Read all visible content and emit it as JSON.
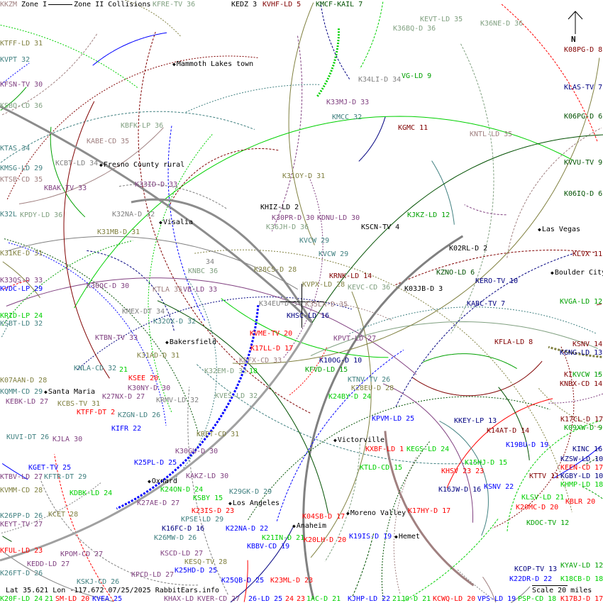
{
  "legend": {
    "zone1": "Zone I",
    "zone2": "Zone II Collisions"
  },
  "footer": {
    "status": "Lat 35.621 Lon -117.672 07/25/2025 RabbitEars.info",
    "scale": "Scale 20 miles",
    "north": "N"
  },
  "colors": {
    "black": "#000000",
    "navy": "#000080",
    "maroon": "#800000",
    "dkgreen": "#005000",
    "green": "#00a000",
    "lime": "#00d000",
    "red": "#ff0000",
    "blue": "#0000ff",
    "purple": "#804080",
    "olive": "#808040",
    "teal": "#408080",
    "sage": "#80a080",
    "rosy": "#a08080",
    "gray": "#808080"
  },
  "cities": [
    {
      "t": "Mammoth Lakes town"
    },
    {
      "t": "Fresno County rural"
    },
    {
      "t": "Visalia"
    },
    {
      "t": "Bakersfield"
    },
    {
      "t": "Santa Maria"
    },
    {
      "t": "Oxnard"
    },
    {
      "t": "Los Angeles"
    },
    {
      "t": "Victorville"
    },
    {
      "t": "Moreno Valley"
    },
    {
      "t": "Anaheim"
    },
    {
      "t": "Las Vegas"
    },
    {
      "t": "Boulder City"
    },
    {
      "t": "Hemet"
    }
  ],
  "stations": [
    {
      "t": "KKZM",
      "c": "rosy"
    },
    {
      "t": "KFRE-TV 36",
      "c": "sage"
    },
    {
      "t": "KEDZ 3",
      "c": "black"
    },
    {
      "t": "KVHF-LD 5",
      "c": "maroon"
    },
    {
      "t": "KMCF-KAIL 7",
      "c": "dkgreen"
    },
    {
      "t": "KTFF-LD 31",
      "c": "olive"
    },
    {
      "t": "KVPT 32",
      "c": "teal"
    },
    {
      "t": "KFSN-TV 30",
      "c": "purple"
    },
    {
      "t": "KSBO-CD 36",
      "c": "sage"
    },
    {
      "t": "KBFK-LP 36",
      "c": "sage"
    },
    {
      "t": "KABE-CD 35",
      "c": "rosy"
    },
    {
      "t": "KTAS 34",
      "c": "teal"
    },
    {
      "t": "KCBT-LD 34",
      "c": "gray"
    },
    {
      "t": "KMSG-LD 29",
      "c": "teal"
    },
    {
      "t": "KTSB-CD 35",
      "c": "rosy"
    },
    {
      "t": "KBAK-TV 33",
      "c": "purple"
    },
    {
      "t": "K33ID-D 33",
      "c": "purple"
    },
    {
      "t": "K32L",
      "c": "teal"
    },
    {
      "t": "KPDY-LD 36",
      "c": "sage"
    },
    {
      "t": "K32NA-D 32",
      "c": "gray"
    },
    {
      "t": "K31MB-D 31",
      "c": "olive"
    },
    {
      "t": "K31KE-D 31",
      "c": "olive"
    },
    {
      "t": "K33QS-D 33",
      "c": "purple"
    },
    {
      "t": "KVDC-LP 29",
      "c": "blue"
    },
    {
      "t": "K30QC-D 30",
      "c": "purple"
    },
    {
      "t": "KTLA 35",
      "c": "rosy"
    },
    {
      "t": "VB-LD 33",
      "c": "purple"
    },
    {
      "t": "34",
      "c": "gray"
    },
    {
      "t": "KNBC 36",
      "c": "sage"
    },
    {
      "t": "K28CS-D 28",
      "c": "olive"
    },
    {
      "t": "KHIZ-LD 2",
      "c": "black"
    },
    {
      "t": "K30PR-D 30",
      "c": "purple"
    },
    {
      "t": "KDNU-LD 30",
      "c": "purple"
    },
    {
      "t": "K36JH-D 36",
      "c": "sage"
    },
    {
      "t": "KSCN-TV 4",
      "c": "black"
    },
    {
      "t": "KVCW 29",
      "c": "teal"
    },
    {
      "t": "KVCW 29",
      "c": "teal"
    },
    {
      "t": "KRNK-LD 14",
      "c": "maroon"
    },
    {
      "t": "KVPX-LD 28",
      "c": "olive"
    },
    {
      "t": "KEVC-CD 36",
      "c": "sage"
    },
    {
      "t": "K34EU-D 34",
      "c": "gray"
    },
    {
      "t": "K35LA-D 35",
      "c": "rosy"
    },
    {
      "t": "KHSC-LD 16",
      "c": "navy"
    },
    {
      "t": "KVME-TV 20",
      "c": "red"
    },
    {
      "t": "K17LL-D 17",
      "c": "red"
    },
    {
      "t": "KDFX-CD 33",
      "c": "rosy"
    },
    {
      "t": "KPVT-LD 27",
      "c": "purple"
    },
    {
      "t": "K10OG-D 10",
      "c": "navy"
    },
    {
      "t": "KFVD-LD 15",
      "c": "green"
    },
    {
      "t": "K31OY-D 31",
      "c": "olive"
    },
    {
      "t": "K34LI-D 34",
      "c": "gray"
    },
    {
      "t": "K33MJ-D 33",
      "c": "purple"
    },
    {
      "t": "KMCC 32",
      "c": "teal"
    },
    {
      "t": "KGMC 11",
      "c": "maroon"
    },
    {
      "t": "VG-LD 9",
      "c": "green"
    },
    {
      "t": "K36BQ-D 36",
      "c": "sage"
    },
    {
      "t": "KEVT-LD 35",
      "c": "sage"
    },
    {
      "t": "K36NE-D 36",
      "c": "sage"
    },
    {
      "t": "K08PG-D 8",
      "c": "maroon"
    },
    {
      "t": "KLAS-TV 7",
      "c": "navy"
    },
    {
      "t": "K06PG-D 6",
      "c": "dkgreen"
    },
    {
      "t": "KNTL-LD 35",
      "c": "rosy"
    },
    {
      "t": "KVVU-TV 9",
      "c": "dkgreen"
    },
    {
      "t": "K06IQ-D 6",
      "c": "dkgreen"
    },
    {
      "t": "KJKZ-LD 12",
      "c": "green"
    },
    {
      "t": "K02RL-D 2",
      "c": "black"
    },
    {
      "t": "KLVX 11",
      "c": "maroon"
    },
    {
      "t": "KZNO-LD 6",
      "c": "dkgreen"
    },
    {
      "t": "KERO-TV 10",
      "c": "navy"
    },
    {
      "t": "K03JB-D 3",
      "c": "black"
    },
    {
      "t": "KABC-TV 7",
      "c": "navy"
    },
    {
      "t": "KVGA-LD 12",
      "c": "green"
    },
    {
      "t": "KFLA-LD 8",
      "c": "maroon"
    },
    {
      "t": "KSNV 14",
      "c": "maroon"
    },
    {
      "t": "KGNG-LD 13",
      "c": "navy"
    },
    {
      "t": "KI",
      "c": "maroon"
    },
    {
      "t": "KVCW 15",
      "c": "green"
    },
    {
      "t": "KNBX-CD 14",
      "c": "maroon"
    },
    {
      "t": "KRID-LP 24",
      "c": "lime"
    },
    {
      "t": "KSBT-LD 32",
      "c": "teal"
    },
    {
      "t": "KMEX-DT 34",
      "c": "gray"
    },
    {
      "t": "K32OX-D 32",
      "c": "teal"
    },
    {
      "t": "KTBN-TV 33",
      "c": "purple"
    },
    {
      "t": "K31AD-D 31",
      "c": "olive"
    },
    {
      "t": "KNLA-CD 32",
      "c": "teal"
    },
    {
      "t": "21",
      "c": "lime"
    },
    {
      "t": "KSEE 20",
      "c": "red"
    },
    {
      "t": "K32EM-D 32",
      "c": "sage"
    },
    {
      "t": "18",
      "c": "lime"
    },
    {
      "t": "K07AAN-D 28",
      "c": "olive"
    },
    {
      "t": "KQMM-CD 29",
      "c": "teal"
    },
    {
      "t": "KEBK-LD 27",
      "c": "purple"
    },
    {
      "t": "KCBS-TV 31",
      "c": "olive"
    },
    {
      "t": "K27NX-D 27",
      "c": "purple"
    },
    {
      "t": "K30NY-D 30",
      "c": "purple"
    },
    {
      "t": "KRMV-LD 32",
      "c": "gray"
    },
    {
      "t": "KVES-LD 32",
      "c": "sage"
    },
    {
      "t": "KTFF-DT 2",
      "c": "red"
    },
    {
      "t": "KZGN-LD 26",
      "c": "teal"
    },
    {
      "t": "KIFR 22",
      "c": "blue"
    },
    {
      "t": "KUVI-DT 26",
      "c": "teal"
    },
    {
      "t": "KJLA 30",
      "c": "purple"
    },
    {
      "t": "KRET-CD 31",
      "c": "olive"
    },
    {
      "t": "K30GU-D 30",
      "c": "purple"
    },
    {
      "t": "K25PL-D 25",
      "c": "blue"
    },
    {
      "t": "KGET-TV 25",
      "c": "blue"
    },
    {
      "t": "KTBV-LD 27",
      "c": "purple"
    },
    {
      "t": "KFTR-DT 29",
      "c": "teal"
    },
    {
      "t": "KAKZ-LD 30",
      "c": "purple"
    },
    {
      "t": "KVMM-CD 28",
      "c": "olive"
    },
    {
      "t": "KDBK-LD 24",
      "c": "lime"
    },
    {
      "t": "K24ON-D 24",
      "c": "lime"
    },
    {
      "t": "KSBY 15",
      "c": "lime"
    },
    {
      "t": "K29GK-D 29",
      "c": "teal"
    },
    {
      "t": "K27AE-D 27",
      "c": "purple"
    },
    {
      "t": "K23IS-D 23",
      "c": "red"
    },
    {
      "t": "K26PP-D 26",
      "c": "teal"
    },
    {
      "t": "KCET 28",
      "c": "olive"
    },
    {
      "t": "KEYT-TV 27",
      "c": "purple"
    },
    {
      "t": "KPSE-LD 29",
      "c": "teal"
    },
    {
      "t": "K16FC-D 16",
      "c": "navy"
    },
    {
      "t": "K22NA-D 22",
      "c": "blue"
    },
    {
      "t": "K26MW-D 26",
      "c": "teal"
    },
    {
      "t": "KBBV-CD 19",
      "c": "blue"
    },
    {
      "t": "K21IN-D 21",
      "c": "lime"
    },
    {
      "t": "KFUL-LD 23",
      "c": "red"
    },
    {
      "t": "KPOM-CD 27",
      "c": "purple"
    },
    {
      "t": "KSCD-LD 27",
      "c": "purple"
    },
    {
      "t": "KESQ-TV 28",
      "c": "olive"
    },
    {
      "t": "KEDD-LD 27",
      "c": "purple"
    },
    {
      "t": "K26FT-D 26",
      "c": "teal"
    },
    {
      "t": "K25HD-D 25",
      "c": "blue"
    },
    {
      "t": "KPCD-LD 27",
      "c": "purple"
    },
    {
      "t": "K25QB-D 25",
      "c": "blue"
    },
    {
      "t": "K23ML-D 23",
      "c": "red"
    },
    {
      "t": "KSKJ-CD 26",
      "c": "teal"
    },
    {
      "t": "K20F-LD 24",
      "c": "lime"
    },
    {
      "t": "21",
      "c": "lime"
    },
    {
      "t": "SM-LD 20",
      "c": "red"
    },
    {
      "t": "KVEA 25",
      "c": "blue"
    },
    {
      "t": "KHAX-LD",
      "c": "purple"
    },
    {
      "t": "KVER-CD 27",
      "c": "purple"
    },
    {
      "t": "26-LD 25",
      "c": "blue"
    },
    {
      "t": "24",
      "c": "red"
    },
    {
      "t": "23",
      "c": "red"
    },
    {
      "t": "1AC-D 21",
      "c": "lime"
    },
    {
      "t": "KJHP-LD 22",
      "c": "blue"
    },
    {
      "t": "21JO-D 21",
      "c": "lime"
    },
    {
      "t": "KCWQ-LD 20",
      "c": "red"
    },
    {
      "t": "VPS-LD 19",
      "c": "blue"
    },
    {
      "t": "PSP-CD 18",
      "c": "lime"
    },
    {
      "t": "K17BJ-D 17",
      "c": "red"
    },
    {
      "t": "KPVM-LD 25",
      "c": "blue"
    },
    {
      "t": "KKEY-LP 13",
      "c": "navy"
    },
    {
      "t": "K14AT-D 14",
      "c": "maroon"
    },
    {
      "t": "K19BU-D 19",
      "c": "blue"
    },
    {
      "t": "KINC 16",
      "c": "navy"
    },
    {
      "t": "K17CL-D 17",
      "c": "maroon"
    },
    {
      "t": "K09XW-D 9",
      "c": "green"
    },
    {
      "t": "KZSW-LD 10",
      "c": "navy"
    },
    {
      "t": "KEEN-CD 17",
      "c": "red"
    },
    {
      "t": "KTTV 11",
      "c": "maroon"
    },
    {
      "t": "KGBY-LD 10",
      "c": "navy"
    },
    {
      "t": "KHMP-LD 18",
      "c": "lime"
    },
    {
      "t": "KXBF-LD 1",
      "c": "red"
    },
    {
      "t": "KEGS-LD 24",
      "c": "lime"
    },
    {
      "t": "K15HJ-D 15",
      "c": "lime"
    },
    {
      "t": "KHSV 23 23",
      "c": "red"
    },
    {
      "t": "KTLD-CD 15",
      "c": "lime"
    },
    {
      "t": "K16JW-D 16",
      "c": "navy"
    },
    {
      "t": "KSNV 22",
      "c": "blue"
    },
    {
      "t": "KLSV-LD 21",
      "c": "lime"
    },
    {
      "t": "KBLR 20",
      "c": "red"
    },
    {
      "t": "K20MC-D 20",
      "c": "red"
    },
    {
      "t": "K17HY-D 17",
      "c": "red"
    },
    {
      "t": "KDOC-TV 12",
      "c": "green"
    },
    {
      "t": "K04SB-D 17",
      "c": "red"
    },
    {
      "t": "K19IS-D 19",
      "c": "blue"
    },
    {
      "t": "K20LH-D 20",
      "c": "red"
    },
    {
      "t": "KCOP-TV 13",
      "c": "navy"
    },
    {
      "t": "KYAV-LD 12",
      "c": "green"
    },
    {
      "t": "K22DR-D 22",
      "c": "blue"
    },
    {
      "t": "K18CB-D 18",
      "c": "lime"
    },
    {
      "t": "KTNV-TV 26",
      "c": "teal"
    },
    {
      "t": "K28EU-D 28",
      "c": "olive"
    },
    {
      "t": "K24BY-D 24",
      "c": "lime"
    }
  ]
}
